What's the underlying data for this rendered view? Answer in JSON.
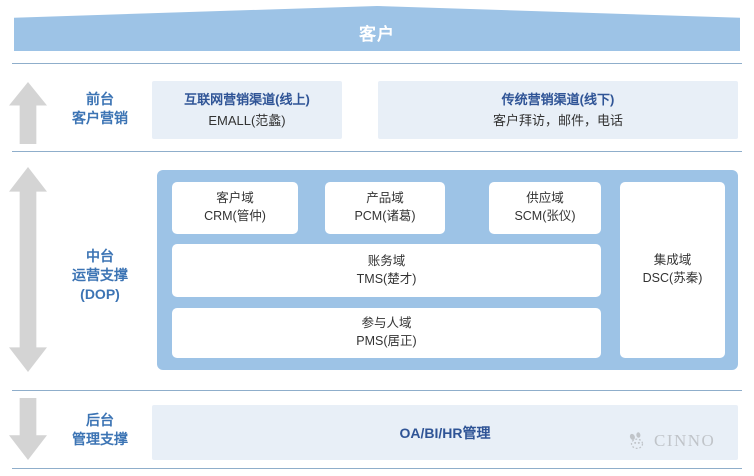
{
  "banner": {
    "label": "客户"
  },
  "tiers": [
    {
      "id": "front",
      "line1": "前台",
      "line2": "客户营销",
      "arrow_icon": "arrow-up-icon"
    },
    {
      "id": "middle",
      "line1": "中台",
      "line2": "运营支撑",
      "line3": "(DOP)",
      "arrow_icon": "arrow-up-down-icon"
    },
    {
      "id": "back",
      "line1": "后台",
      "line2": "管理支撑",
      "arrow_icon": "arrow-down-icon"
    }
  ],
  "front_office": {
    "online": {
      "title": "互联网营销渠道(线上)",
      "subtitle": "EMALL(范蠡)"
    },
    "offline": {
      "title": "传统营销渠道(线下)",
      "subtitle": "客户拜访，邮件，电话"
    }
  },
  "middle_office": {
    "cards": [
      {
        "id": "crm",
        "title": "客户域",
        "subtitle": "CRM(管仲)"
      },
      {
        "id": "pcm",
        "title": "产品域",
        "subtitle": "PCM(诸葛)"
      },
      {
        "id": "scm",
        "title": "供应域",
        "subtitle": "SCM(张仪)"
      },
      {
        "id": "tms",
        "title": "账务域",
        "subtitle": "TMS(楚才)"
      },
      {
        "id": "pms",
        "title": "参与人域",
        "subtitle": "PMS(居正)"
      },
      {
        "id": "dsc",
        "title": "集成域",
        "subtitle": "DSC(苏秦)"
      }
    ]
  },
  "back_office": {
    "title": "OA/BI/HR管理"
  },
  "watermark": {
    "text": "CINNO",
    "icon": "paw-logo-icon"
  },
  "colors": {
    "primary_blue": "#9DC3E6",
    "light_blue": "#E8EFF7",
    "label_blue": "#3C74B4",
    "title_blue": "#2F5496",
    "arrow_gray": "#D4D4D4",
    "rule": "#8FAECB"
  }
}
